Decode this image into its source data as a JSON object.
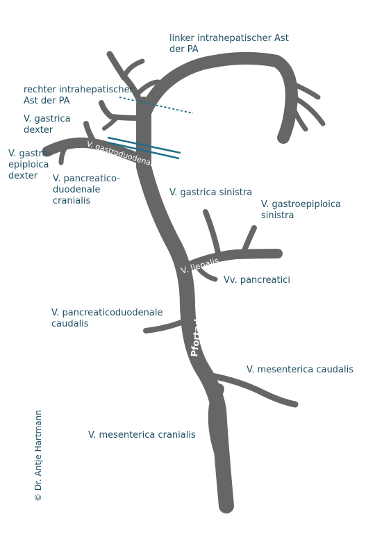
{
  "colors": {
    "vessel": "#666666",
    "label_text": "#1f4e63",
    "ligature": "#1f6f88",
    "inside_text": "#ffffff",
    "credit": "#1f4e63"
  },
  "labels": {
    "left_intrahepatic_pa": "linker intrahepatischer Ast\nder PA",
    "right_intrahepatic_pa": "rechter intrahepatischer\nAst der PA",
    "v_gastrica_dexter": "V. gastrica\ndexter",
    "v_gastroepiploica_dexter": "V. gastro-\nepiploica\ndexter",
    "v_pancreaticoduodenale_cranialis": "V. pancreatico-\nduodenale\ncranialis",
    "v_gastrica_sinistra": "V. gastrica sinistra",
    "v_gastroepiploica_sinistra": "V. gastroepiploica\nsinistra",
    "vv_pancreatici": "Vv. pancreatici",
    "v_pancreaticoduodenale_caudalis": "V. pancreaticoduodenale\ncaudalis",
    "v_mesenterica_caudalis": "V. mesenterica caudalis",
    "v_mesenterica_cranialis": "V. mesenterica cranialis"
  },
  "inside_labels": {
    "v_gastroduodenale": "V. gastroduodenale",
    "v_lienalis": "V. lienalis",
    "pfortader": "Pfortader"
  },
  "credit": "© Dr. Antje Hartmann"
}
